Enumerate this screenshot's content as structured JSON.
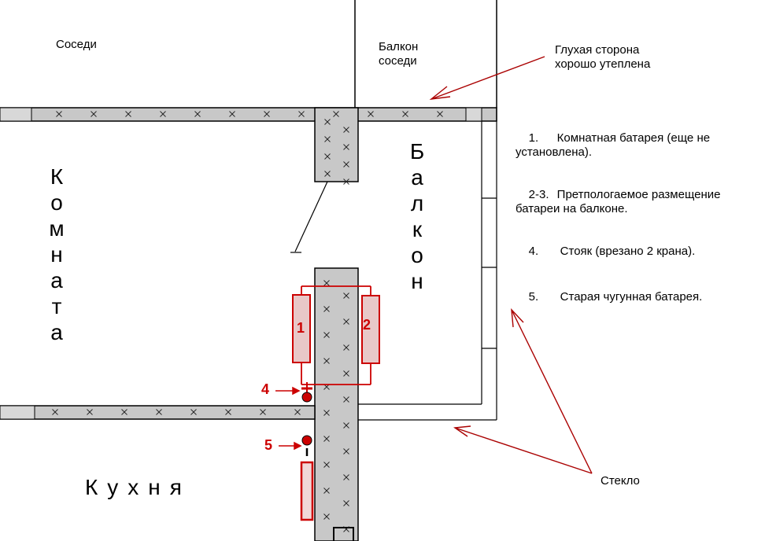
{
  "labels": {
    "neighbors": "Соседи",
    "neighbor_balcony": "Балкон\nсоседи",
    "blind_side": "Глухая сторона\nхорошо утеплена",
    "room": "Комната",
    "balcony": "Балкон",
    "kitchen": "Кухня",
    "glass": "Стекло"
  },
  "legend": [
    {
      "num": "1.",
      "text": "Комнатная батарея (еще не\nустановлена)."
    },
    {
      "num": "2-3.",
      "text": "Претпологаемое размещение\nбатареи на балконе."
    },
    {
      "num": "4.",
      "text": "Стояк (врезано 2 крана)."
    },
    {
      "num": "5.",
      "text": "Старая чугунная батарея."
    }
  ],
  "markers": {
    "m1": "1",
    "m2": "2",
    "m4": "4",
    "m5": "5"
  },
  "colors": {
    "wall_fill": "#c8c8c8",
    "line": "#000000",
    "accent": "#cc0000"
  }
}
